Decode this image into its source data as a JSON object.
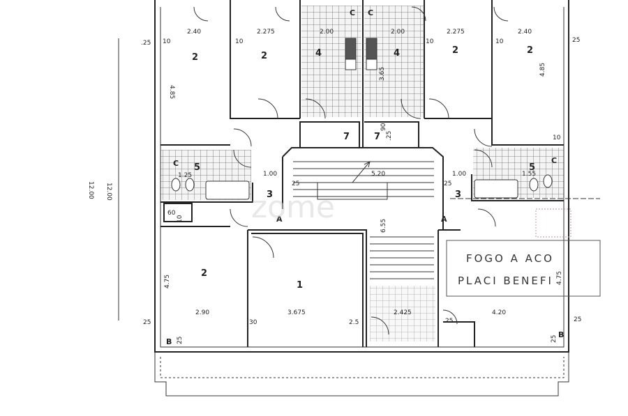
{
  "rooms": {
    "r_top_l1": "2",
    "r_top_l2": "2",
    "r_top_r1": "2",
    "r_top_r2": "2",
    "kitchen_l": "4",
    "kitchen_r": "4",
    "store_l": "7",
    "store_r": "7",
    "bath_l": "5",
    "bath_r": "5",
    "hall_l": "3",
    "hall_r": "3",
    "bed_bottom_l": "2",
    "living": "1"
  },
  "letters": {
    "c1": "C",
    "c2": "C",
    "c3": "C",
    "c4": "C",
    "a_left": "A",
    "a_right": "A",
    "b_left": "B",
    "b_right": "B"
  },
  "dims": {
    "d240_l": "2.40",
    "d2275_l": "2.275",
    "d200_l": "2.00",
    "d200_r": "2.00",
    "d2275_r": "2.275",
    "d240_r": "2.40",
    "d25_tl": ".25",
    "d25_tr": "25",
    "d10_a": "10",
    "d10_b": "10",
    "d10_c": "10",
    "d10_d": "10",
    "d485_l": "4.85",
    "d485_r": "4.85",
    "d365": "3.65",
    "d90": "90",
    "d25_s": ".25",
    "d12_a": "12.00",
    "d12_b": "12.00",
    "d100_l": "1.00",
    "d100_r": "1.00",
    "d25_hl": "25",
    "d25_hr": "25",
    "d520": "5.20",
    "d655": "6.55",
    "d60": "60",
    "d10_e": "10",
    "d475_l": "4.75",
    "d475_r": "4.75",
    "d290": "2.90",
    "d3675": "3.675",
    "d2425": "2.425",
    "d420": "4.20",
    "d25_bl": "25",
    "d30": "30",
    "d25_bm": "2.5",
    "d25_bs": "25",
    "d25_br": "25",
    "d25_bl2": "25",
    "d25_br2": "25",
    "d125": "1.25",
    "d155": "1.55",
    "d10_f": "10"
  },
  "annotation": {
    "line1": "FOGO A ACO",
    "line2": "PLACI BENEFI"
  },
  "watermark": "zome"
}
